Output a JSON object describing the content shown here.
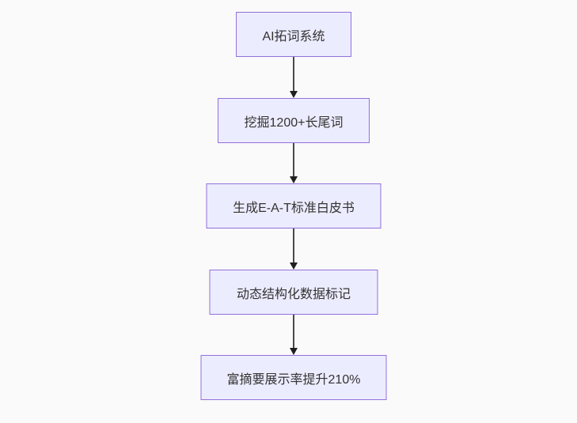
{
  "page": {
    "background_color": "#fafafa"
  },
  "flowchart": {
    "type": "flowchart",
    "direction": "top-down",
    "node_fill_color": "#ececff",
    "node_border_color": "#9370db",
    "node_text_color": "#333333",
    "edge_color": "#333333",
    "nodes": [
      {
        "label": "AI拓词系统"
      },
      {
        "label": "挖掘1200+长尾词"
      },
      {
        "label": "生成E-A-T标准白皮书"
      },
      {
        "label": "动态结构化数据标记"
      },
      {
        "label": "富摘要展示率提升210%"
      }
    ],
    "edges": [
      {
        "from": 0,
        "to": 1,
        "arrow": "down"
      },
      {
        "from": 1,
        "to": 2,
        "arrow": "down"
      },
      {
        "from": 2,
        "to": 3,
        "arrow": "down"
      },
      {
        "from": 3,
        "to": 4,
        "arrow": "down"
      }
    ]
  }
}
